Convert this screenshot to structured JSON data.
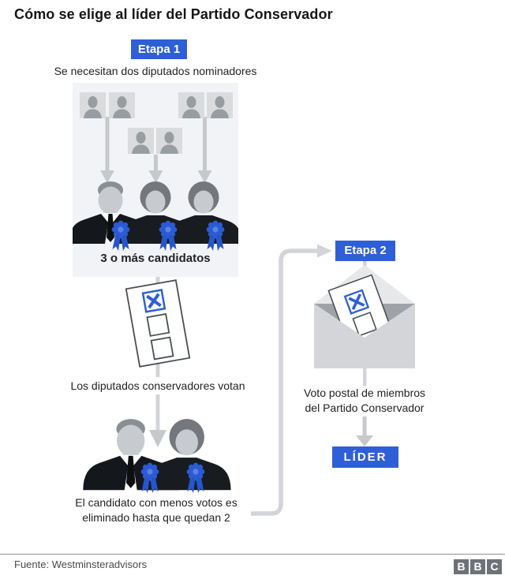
{
  "title": "Cómo se elige al líder del Partido Conservador",
  "stage1": {
    "badge_label": "Etapa 1",
    "intro_caption": "Se necesitan dos diputados nominadores",
    "candidates_caption": "3 o más candidatos",
    "vote_caption": "Los diputados conservadores votan",
    "elimination_caption_line1": "El candidato con menos votos es",
    "elimination_caption_line2": "eliminado hasta que quedan 2"
  },
  "stage2": {
    "badge_label": "Etapa 2",
    "postal_caption_line1": "Voto postal de miembros",
    "postal_caption_line2": "del Partido Conservador",
    "leader_label": "LÍDER"
  },
  "footer": {
    "source": "Fuente: Westminsteradvisors",
    "logo_letters": [
      "B",
      "B",
      "C"
    ]
  },
  "colors": {
    "accent_blue": "#2f5fd6",
    "rosette_blue": "#2b5bd4",
    "panel_bg": "#f2f3f6",
    "arrow_gray": "#c6c9cc",
    "connector_gray": "#d2d4d7"
  },
  "icons": {
    "nominator_photo": "photo-placeholder-icon",
    "stage1_arrows": "down-arrow-icon",
    "candidate_man": "man-candidate-icon",
    "candidate_woman": "woman-candidate-icon",
    "rosette": "rosette-icon",
    "ballot": "ballot-paper-icon",
    "envelope": "envelope-icon",
    "bbc_logo": "bbc-blocks-logo"
  }
}
